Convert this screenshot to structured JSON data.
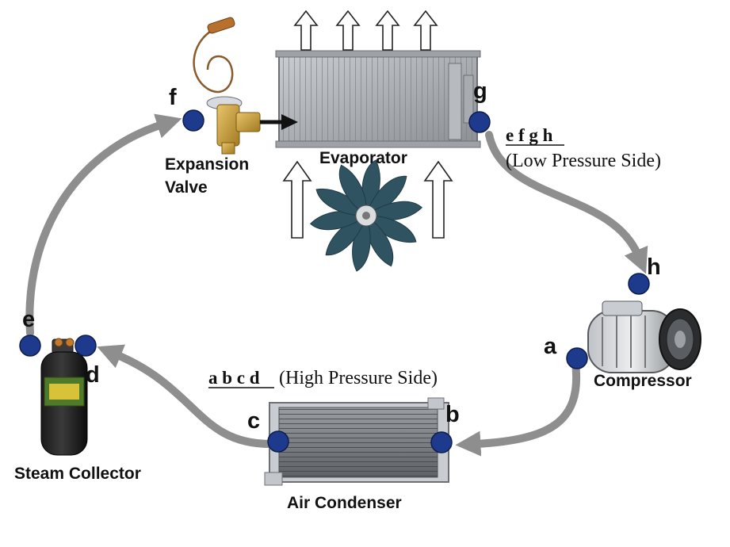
{
  "components": {
    "expansion_valve_line1": "Expansion",
    "expansion_valve_line2": "Valve",
    "evaporator": "Evaporator",
    "compressor": "Compressor",
    "air_condenser": "Air Condenser",
    "steam_collector": "Steam Collector"
  },
  "points": {
    "a": "a",
    "b": "b",
    "c": "c",
    "d": "d",
    "e": "e",
    "f": "f",
    "g": "g",
    "h": "h"
  },
  "low_pressure": {
    "letters": "e f g h",
    "label": "(Low Pressure Side)"
  },
  "high_pressure": {
    "letters": "a b c d",
    "label": "(High Pressure Side)"
  },
  "colors": {
    "point_fill": "#1e3a8c",
    "flow_arrow": "#8e8e8e",
    "outline": "#111111"
  }
}
